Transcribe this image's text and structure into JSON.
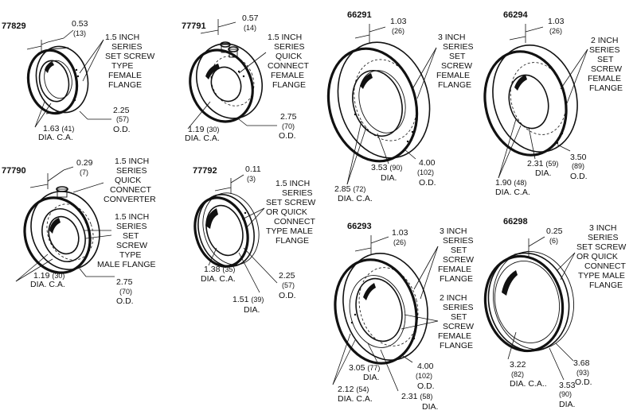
{
  "parts": [
    {
      "id": "77829",
      "thickness": "0.53",
      "thickness_mm": "(13)",
      "description": [
        "1.5 INCH",
        "SERIES",
        "SET SCREW",
        "TYPE",
        "FEMALE",
        "FLANGE"
      ],
      "od": "2.25",
      "od_mm": "(57)",
      "od_label": "O.D.",
      "ca": "1.63",
      "ca_mm": "(41)",
      "ca_label": "DIA. C.A."
    },
    {
      "id": "77791",
      "thickness": "0.57",
      "thickness_mm": "(14)",
      "description": [
        "1.5 INCH",
        "SERIES",
        "QUICK",
        "CONNECT",
        "FEMALE",
        "FLANGE"
      ],
      "od": "2.75",
      "od_mm": "(70)",
      "od_label": "O.D.",
      "ca": "1.19",
      "ca_mm": "(30)",
      "ca_label": "DIA. C.A."
    },
    {
      "id": "66291",
      "thickness": "1.03",
      "thickness_mm": "(26)",
      "description": [
        "3 INCH",
        "SERIES",
        "SET",
        "SCREW",
        "FEMALE",
        "FLANGE"
      ],
      "od": "4.00",
      "od_mm": "(102)",
      "od_label": "O.D.",
      "dia": "3.53",
      "dia_mm": "(90)",
      "dia_label": "DIA.",
      "ca": "2.85",
      "ca_mm": "(72)",
      "ca_label": "DIA. C.A."
    },
    {
      "id": "66294",
      "thickness": "1.03",
      "thickness_mm": "(26)",
      "description": [
        "2 INCH",
        "SERIES",
        "SET",
        "SCREW",
        "FEMALE",
        "FLANGE"
      ],
      "od": "3.50",
      "od_mm": "(89)",
      "od_label": "O.D.",
      "dia": "2.31",
      "dia_mm": "(59)",
      "dia_label": "DIA.",
      "ca": "1.90",
      "ca_mm": "(48)",
      "ca_label": "DIA. C.A."
    },
    {
      "id": "77790",
      "thickness": "0.29",
      "thickness_mm": "(7)",
      "description": [
        "1.5 INCH",
        "SERIES",
        "QUICK",
        "CONNECT",
        "CONVERTER"
      ],
      "description2": [
        "1.5 INCH",
        "SERIES",
        "SET",
        "SCREW",
        "TYPE",
        "MALE FLANGE"
      ],
      "od": "2.75",
      "od_mm": "(70)",
      "od_label": "O.D.",
      "ca": "1.19",
      "ca_mm": "(30)",
      "ca_label": "DIA. C.A."
    },
    {
      "id": "77792",
      "thickness": "0.11",
      "thickness_mm": "(3)",
      "description": [
        "1.5 INCH",
        "SERIES",
        "SET SCREW",
        "OR QUICK",
        "CONNECT",
        "TYPE  MALE",
        "FLANGE"
      ],
      "od": "2.25",
      "od_mm": "(57)",
      "od_label": "O.D.",
      "dia": "1.51",
      "dia_mm": "(39)",
      "dia_label": "DIA.",
      "ca": "1.38",
      "ca_mm": "(35)",
      "ca_label": "DIA. C.A."
    },
    {
      "id": "66293",
      "thickness": "1.03",
      "thickness_mm": "(26)",
      "description": [
        "3 INCH",
        "SERIES",
        "SET",
        "SCREW",
        "FEMALE",
        "FLANGE"
      ],
      "description2": [
        "2 INCH",
        "SERIES",
        "SET",
        "SCREW",
        "FEMALE",
        "FLANGE"
      ],
      "od": "4.00",
      "od_mm": "(102)",
      "od_label": "O.D.",
      "dia": "3.05",
      "dia_mm": "(77)",
      "dia_label": "DIA.",
      "ca": "2.12",
      "ca_mm": "(54)",
      "ca_label": "DIA. C.A.",
      "dia2": "2.31",
      "dia2_mm": "(58)",
      "dia2_label": "DIA."
    },
    {
      "id": "66298",
      "thickness": "0.25",
      "thickness_mm": "(6)",
      "description": [
        "3 INCH",
        "SERIES",
        "SET SCREW",
        "OR QUICK",
        "CONNECT",
        "TYPE MALE",
        "FLANGE"
      ],
      "od": "3.68",
      "od_mm": "(93)",
      "od_label": "O.D.",
      "dia": "3.53",
      "dia_mm": "(90)",
      "dia_label": "DIA.",
      "ca": "3.22",
      "ca_mm": "(82)",
      "ca_label": "DIA. C.A.."
    }
  ]
}
